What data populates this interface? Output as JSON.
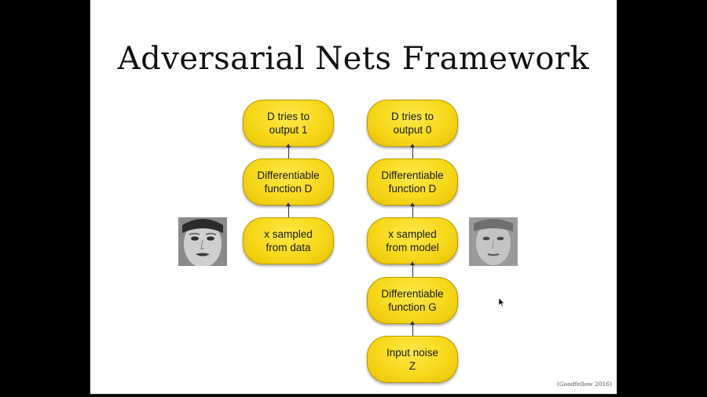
{
  "slide": {
    "title": "Adversarial Nets Framework",
    "citation": "(Goodfellow 2016)"
  },
  "left_column": {
    "boxes": [
      {
        "label": "D tries to\noutput 1"
      },
      {
        "label": "Differentiable\nfunction D"
      },
      {
        "label": "x sampled\nfrom data"
      }
    ]
  },
  "right_column": {
    "boxes": [
      {
        "label": "D tries to\noutput 0"
      },
      {
        "label": "Differentiable\nfunction D"
      },
      {
        "label": "x sampled\nfrom model"
      },
      {
        "label": "Differentiable\nfunction G"
      },
      {
        "label": "Input noise\nZ"
      }
    ]
  },
  "colors": {
    "box_fill": "#f7d81a",
    "box_border": "#b89a00",
    "background": "#ffffff",
    "frame": "#000000"
  }
}
